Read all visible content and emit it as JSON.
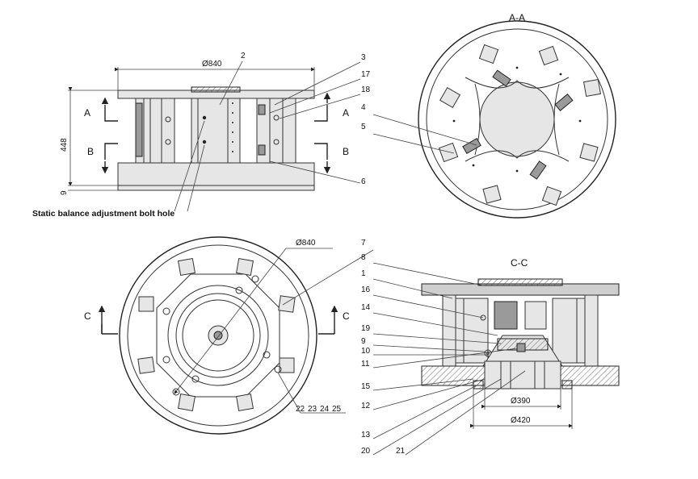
{
  "front_view": {
    "dim_diameter": "Ø840",
    "dim_height": "448",
    "dim_base": "9",
    "section_a_left": "A",
    "section_a_right": "A",
    "section_b_left": "B",
    "section_b_right": "B",
    "note": "Static balance adjustment bolt hole",
    "labels": [
      "2",
      "3",
      "17",
      "18",
      "4",
      "5",
      "6"
    ]
  },
  "section_aa": {
    "title": "A-A"
  },
  "plan_view": {
    "dim_diameter": "Ø840",
    "section_c_left": "C",
    "section_c_right": "C",
    "labels": [
      "22",
      "23",
      "24",
      "25"
    ]
  },
  "section_cc": {
    "title": "C-C",
    "dim_inner": "Ø390",
    "dim_outer": "Ø420",
    "labels": [
      "7",
      "8",
      "1",
      "16",
      "14",
      "19",
      "9",
      "10",
      "11",
      "15",
      "12",
      "13",
      "20",
      "21"
    ]
  },
  "colors": {
    "line": "#222222",
    "hatch": "#cfcfcf",
    "fill": "#e6e6e6"
  }
}
